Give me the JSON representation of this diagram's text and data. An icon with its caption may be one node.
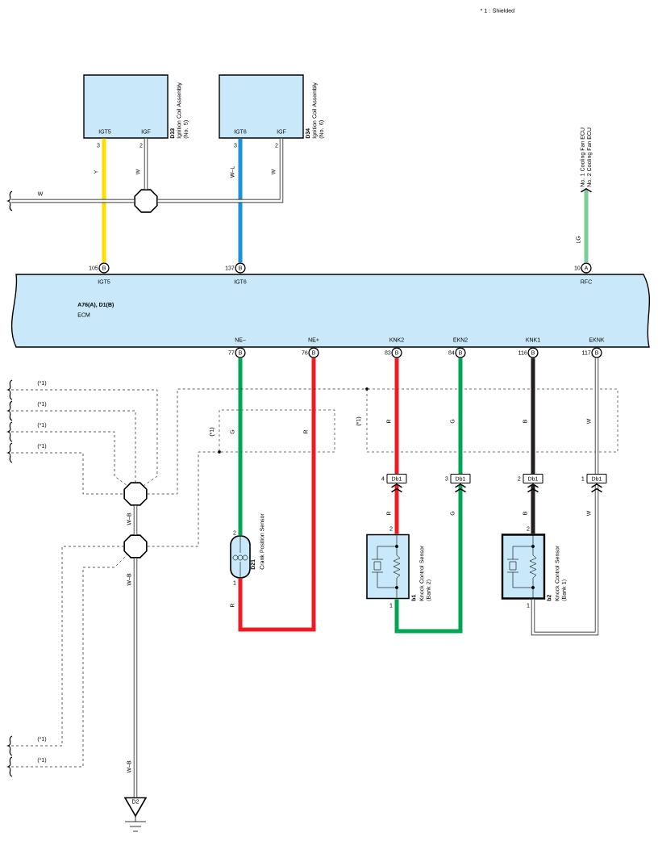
{
  "diagram": {
    "nodes": [
      {
        "text": [
          "IGT5",
          "IGF"
        ],
        "beside": [
          "D33",
          "Ignition Coil Assembly (No. 5)"
        ]
      },
      {
        "text": [
          "IGT6",
          "IGF"
        ],
        "beside": [
          "D34",
          "Ignition Coil Assembly (No. 6)"
        ]
      },
      {
        "text": [],
        "shape": "octagon"
      },
      {
        "text": [
          "A76(A), D1(B)",
          "ECM",
          "IGT5",
          "IGT6",
          "RFC",
          "NE–",
          "NE+",
          "KNK2",
          "EKN2",
          "KNK1",
          "EKNK"
        ]
      },
      {
        "text": [
          "B"
        ],
        "beside": [
          "105"
        ]
      },
      {
        "text": [
          "B"
        ],
        "beside": [
          "137"
        ]
      },
      {
        "text": [
          "A"
        ],
        "beside": [
          "10"
        ]
      },
      {
        "text": [
          "No. 1 Cooling Fan ECU",
          "No. 2 Cooling Fan ECU"
        ]
      },
      {
        "text": [
          "B"
        ],
        "beside": [
          "77"
        ]
      },
      {
        "text": [
          "B"
        ],
        "beside": [
          "76"
        ]
      },
      {
        "text": [
          "B"
        ],
        "beside": [
          "83"
        ]
      },
      {
        "text": [
          "B"
        ],
        "beside": [
          "84"
        ]
      },
      {
        "text": [
          "B"
        ],
        "beside": [
          "116"
        ]
      },
      {
        "text": [
          "B"
        ],
        "beside": [
          "117"
        ]
      },
      {
        "text": [
          "Db1"
        ],
        "beside": [
          "4"
        ]
      },
      {
        "text": [
          "Db1"
        ],
        "beside": [
          "3"
        ]
      },
      {
        "text": [
          "Db1"
        ],
        "beside": [
          "2"
        ]
      },
      {
        "text": [
          "Db1"
        ],
        "beside": [
          "1"
        ]
      },
      {
        "text": [],
        "shape": "oval",
        "beside": [
          "D21",
          "Crank Position Sensor"
        ]
      },
      {
        "text": [],
        "shape": "box",
        "beside": [
          "b1",
          "Knock Control Sensor (Bank 2)"
        ]
      },
      {
        "text": [],
        "shape": "box",
        "beside": [
          "b2",
          "Knock Control Sensor (Bank 1)"
        ]
      },
      {
        "text": [],
        "shape": "octagon"
      },
      {
        "text": [],
        "shape": "octagon"
      },
      {
        "text": [
          "D2"
        ]
      },
      {
        "text": [],
        "shape": "circle"
      },
      {
        "text": [],
        "shape": "circle"
      }
    ],
    "edges": [
      {
        "from": 0,
        "to": 4,
        "arrow": "none",
        "label": "Y",
        "color": "#ffdd00"
      },
      {
        "from": 1,
        "to": 5,
        "arrow": "none",
        "label": "W–L",
        "color": "#1e90e0"
      },
      {
        "from": 0,
        "to": 2,
        "arrow": "none",
        "label": "W"
      },
      {
        "from": 1,
        "to": 2,
        "arrow": "none",
        "label": "W"
      },
      {
        "from": null,
        "to": 2,
        "arrow": "none",
        "label": "W"
      },
      {
        "from": 6,
        "to": 7,
        "arrow": "to",
        "label": "LG",
        "color": "#7dcb98"
      },
      {
        "from": 8,
        "to": 18,
        "arrow": "none",
        "label": "G",
        "color": "#00a651"
      },
      {
        "from": 18,
        "to": 9,
        "arrow": "none",
        "label": "R",
        "color": "#ed1c24"
      },
      {
        "from": 10,
        "to": 14,
        "arrow": "none",
        "label": "R",
        "color": "#ed1c24"
      },
      {
        "from": 19,
        "to": 14,
        "arrow": "to",
        "label": "R",
        "color": "#ed1c24"
      },
      {
        "from": 19,
        "to": 15,
        "arrow": "to",
        "label": "G",
        "color": "#00a651"
      },
      {
        "from": 15,
        "to": 11,
        "arrow": "none",
        "label": "G",
        "color": "#00a651"
      },
      {
        "from": 12,
        "to": 16,
        "arrow": "none",
        "label": "B",
        "color": "#231f20"
      },
      {
        "from": 20,
        "to": 16,
        "arrow": "to",
        "label": "B",
        "color": "#231f20"
      },
      {
        "from": 20,
        "to": 17,
        "arrow": "to",
        "label": "W"
      },
      {
        "from": 17,
        "to": 13,
        "arrow": "none",
        "label": "W"
      },
      {
        "from": null,
        "to": 21,
        "arrow": "none",
        "label": "(*1)",
        "style": "dashed"
      },
      {
        "from": null,
        "to": 21,
        "arrow": "none",
        "label": "(*1)",
        "style": "dashed"
      },
      {
        "from": null,
        "to": 21,
        "arrow": "none",
        "label": "(*1)",
        "style": "dashed"
      },
      {
        "from": null,
        "to": 21,
        "arrow": "none",
        "label": "(*1)",
        "style": "dashed"
      },
      {
        "from": 21,
        "to": 24,
        "arrow": "none",
        "style": "dashed"
      },
      {
        "from": 21,
        "to": 22,
        "arrow": "none",
        "label": "W–B"
      },
      {
        "from": 22,
        "to": 25,
        "arrow": "none",
        "style": "dashed"
      },
      {
        "from": null,
        "to": 22,
        "arrow": "none",
        "label": "(*1)",
        "style": "dashed"
      },
      {
        "from": null,
        "to": 22,
        "arrow": "none",
        "label": "(*1)",
        "style": "dashed"
      },
      {
        "from": 22,
        "to": 23,
        "arrow": "none",
        "label": "W–B"
      }
    ],
    "labels": [
      "* 1 : Shielded",
      "3",
      "2",
      "3",
      "2",
      "(*1)",
      "(*1)",
      "2",
      "1",
      "2",
      "1",
      "2",
      "1",
      "R",
      "W–B"
    ]
  }
}
